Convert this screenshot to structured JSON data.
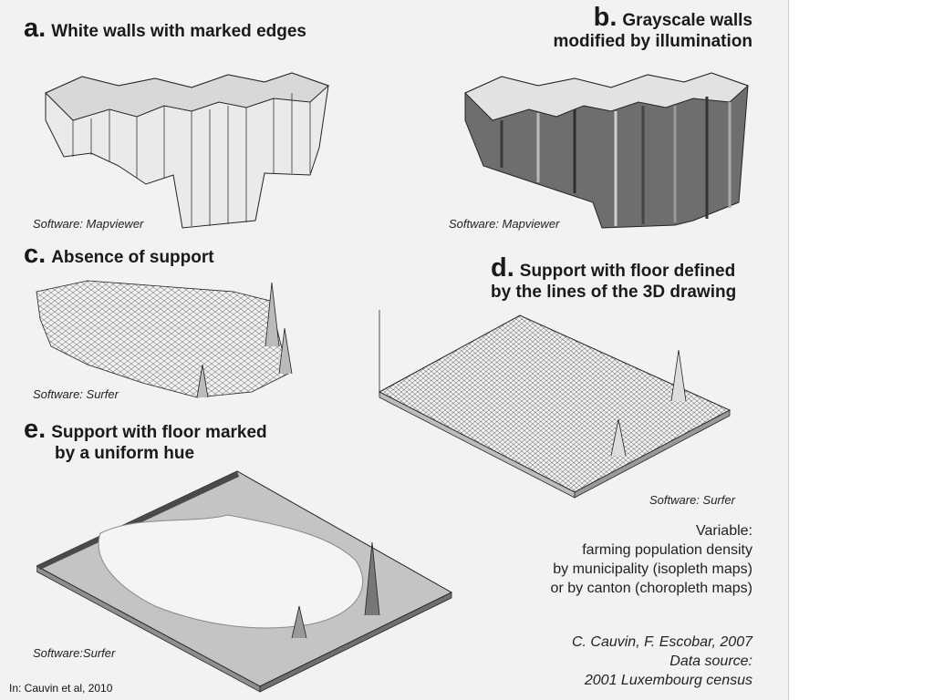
{
  "panels": {
    "a": {
      "letter": "a.",
      "title": "White walls with marked edges",
      "software": "Software: Mapviewer"
    },
    "b": {
      "letter": "b.",
      "title_line1": "Grayscale walls",
      "title_line2": "modified by illumination",
      "software": "Software: Mapviewer"
    },
    "c": {
      "letter": "c.",
      "title": "Absence of support",
      "software": "Software: Surfer"
    },
    "d": {
      "letter": "d.",
      "title_line1": "Support with floor defined",
      "title_line2": "by the lines of the 3D drawing",
      "software": "Software: Surfer"
    },
    "e": {
      "letter": "e.",
      "title_line1": "Support with floor marked",
      "title_line2": "by a uniform hue",
      "software": "Software:Surfer"
    }
  },
  "variable_note": {
    "line1": "Variable:",
    "line2": "farming population density",
    "line3": "by municipality (isopleth maps)",
    "line4": "or by canton (choropleth maps)"
  },
  "credit": {
    "line1": "C. Cauvin, F. Escobar, 2007",
    "line2": "Data source:",
    "line3": "2001 Luxembourg census"
  },
  "citation": "In: Cauvin et al, 2010",
  "colors": {
    "background": "#f2f2f0",
    "ink": "#1a1a1a",
    "wall_light": "#e6e6e6",
    "wall_dark": "#555555",
    "floor": "#c8c8c8"
  }
}
